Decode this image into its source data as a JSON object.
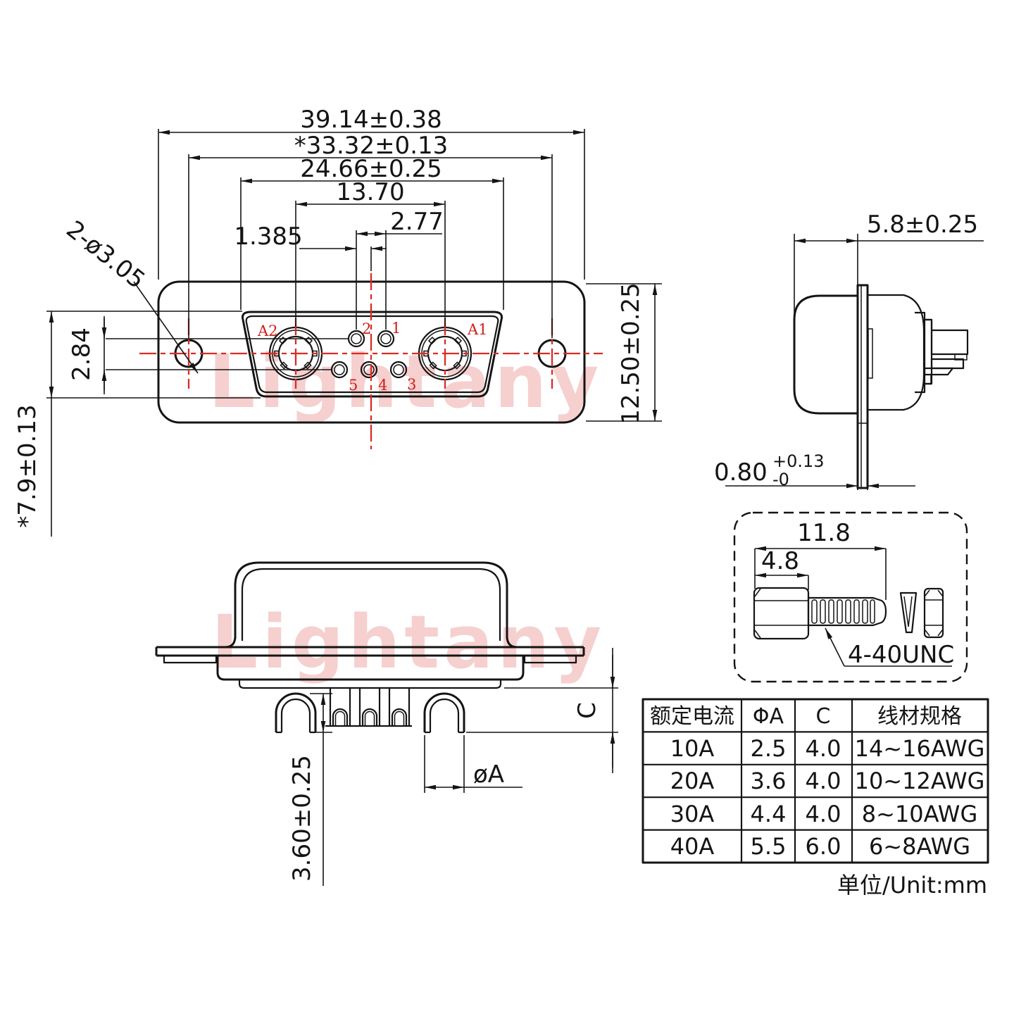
{
  "watermark": {
    "text": "Lightany"
  },
  "colors": {
    "line": "#141414",
    "red": "#d92c23",
    "watermark_pink": "#f6cfcf"
  },
  "front_view": {
    "dims": {
      "overall_width": "39.14±0.38",
      "mount_hole_span": "*33.32±0.13",
      "shell_width": "24.66±0.25",
      "coax_span": "13.70",
      "pin_pitch": "2.77",
      "half_pitch": "1.385",
      "mount_hole_dia": "2-ø3.05",
      "row_spacing": "2.84",
      "shell_height": "*7.9±0.13",
      "flange_height": "12.50±0.25"
    },
    "contact_labels": {
      "a2": "A2",
      "a1": "A1",
      "p1": "1",
      "p2": "2",
      "p3": "3",
      "p4": "4",
      "p5": "5"
    }
  },
  "side_view": {
    "dims": {
      "shell_depth": "5.8±0.25",
      "flange_thickness": "0.80",
      "flange_thickness_tol_upper": "+0.13",
      "flange_thickness_tol_lower": "-0"
    }
  },
  "rear_view": {
    "dims": {
      "cup_depth": "3.60±0.25",
      "cup_diameter": "øA",
      "dim_c": "C"
    }
  },
  "screw_inset": {
    "dims": {
      "overall_length": "11.8",
      "head_length": "4.8"
    },
    "thread_spec": "4-40UNC"
  },
  "spec_table": {
    "headers": [
      "额定电流",
      "ΦA",
      "C",
      "线材规格"
    ],
    "rows": [
      [
        "10A",
        "2.5",
        "4.0",
        "14~16AWG"
      ],
      [
        "20A",
        "3.6",
        "4.0",
        "10~12AWG"
      ],
      [
        "30A",
        "4.4",
        "4.0",
        "8~10AWG"
      ],
      [
        "40A",
        "5.5",
        "6.0",
        "6~8AWG"
      ]
    ]
  },
  "unit_note": "单位/Unit:mm"
}
